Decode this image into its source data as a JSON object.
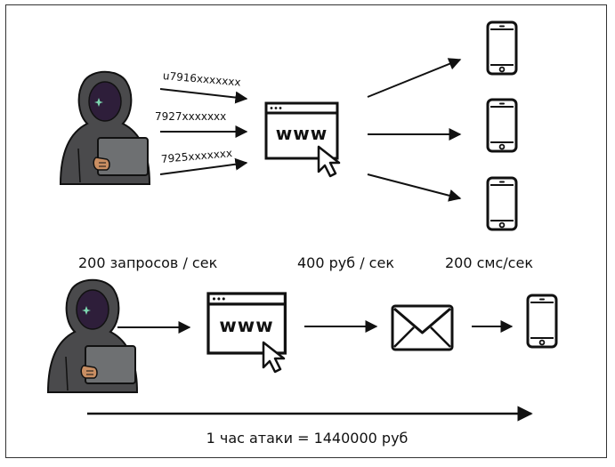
{
  "numbers": [
    "u7916xxxxxxx",
    "7927xxxxxxx",
    "7925xxxxxxx"
  ],
  "browser_text": "www",
  "labels": {
    "requests": "200 запросов / сек",
    "cost": "400 руб / сек",
    "sms": "200 смс/сек"
  },
  "summary": "1 час атаки = 1440000 руб",
  "colors": {
    "hood": "#4a4a4c",
    "hood_dark": "#3c3c3e",
    "face": "#2e1e3a",
    "laptop": "#6e7072",
    "skin": "#c98e62",
    "stroke": "#111111",
    "eye": "#7dd8b0"
  }
}
